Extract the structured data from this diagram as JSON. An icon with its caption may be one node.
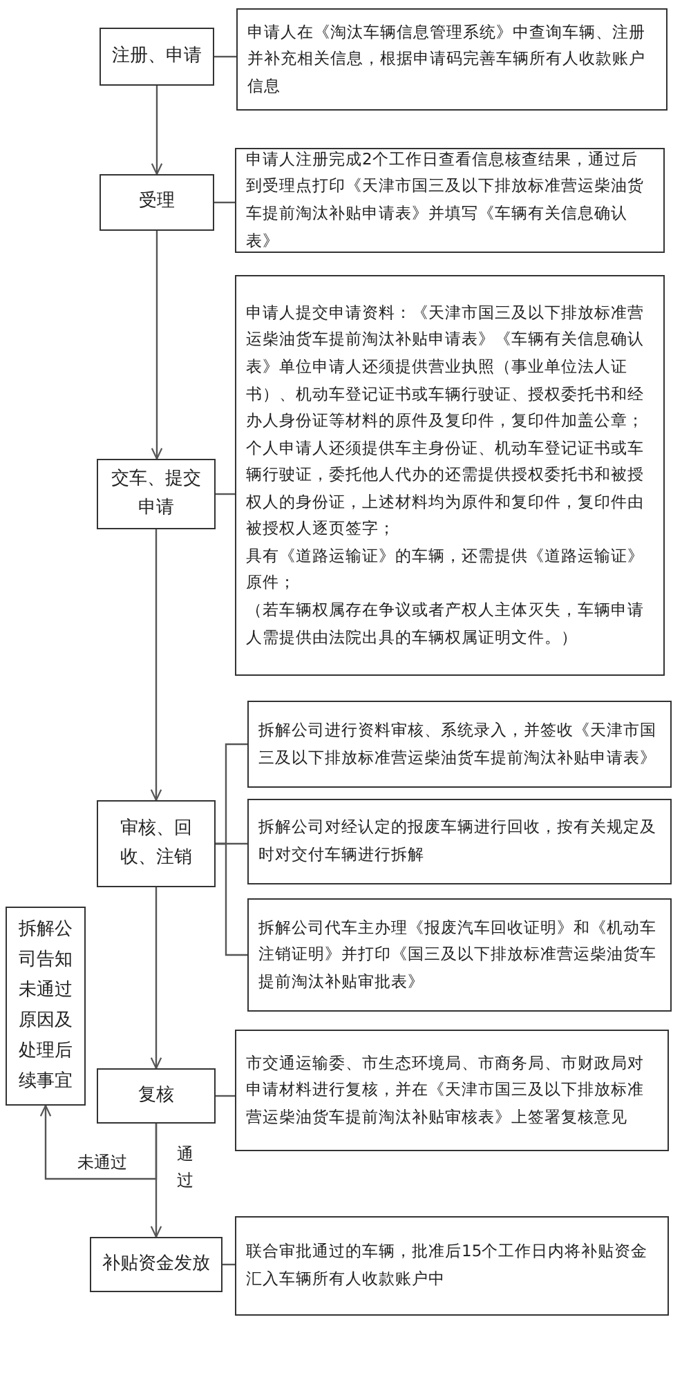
{
  "diagram": {
    "nodes": [
      {
        "text": [
          "注册、申请"
        ]
      },
      {
        "text": [
          "申请人在《淘汰车辆信息管理系统》中查询车辆、注册并补充相关信息，根据申请码完善车辆所有人收款账户信息"
        ]
      },
      {
        "text": [
          "受理"
        ]
      },
      {
        "text": [
          "申请人注册完成2个工作日查看信息核查结果，通过后到受理点打印《天津市国三及以下排放标准营运柴油货车提前淘汰补贴申请表》并填写《车辆有关信息确认表》"
        ]
      },
      {
        "text": [
          "交车、提交申请"
        ]
      },
      {
        "text": [
          "申请人提交申请资料：《天津市国三及以下排放标准营运柴油货车提前淘汰补贴申请表》《车辆有关信息确认表》单位申请人还须提供营业执照（事业单位法人证书）、机动车登记证书或车辆行驶证、授权委托书和经办人身份证等材料的原件及复印件，复印件加盖公章；",
          "个人申请人还须提供车主身份证、机动车登记证书或车辆行驶证，委托他人代办的还需提供授权委托书和被授权人的身份证，上述材料均为原件和复印件，复印件由被授权人逐页签字；",
          "具有《道路运输证》的车辆，还需提供《道路运输证》原件；",
          "（若车辆权属存在争议或者产权人主体灭失，车辆申请人需提供由法院出具的车辆权属证明文件。）"
        ]
      },
      {
        "text": [
          "审核、回收、注销"
        ]
      },
      {
        "text": [
          "拆解公司进行资料审核、系统录入，并签收《天津市国三及以下排放标准营运柴油货车提前淘汰补贴申请表》"
        ]
      },
      {
        "text": [
          "拆解公司对经认定的报废车辆进行回收，按有关规定及时对交付车辆进行拆解"
        ]
      },
      {
        "text": [
          "拆解公司代车主办理《报废汽车回收证明》和《机动车注销证明》并打印《国三及以下排放标准营运柴油货车提前淘汰补贴审批表》"
        ]
      },
      {
        "text": [
          "拆解公司告知未通过原因及处理后续事宜"
        ]
      },
      {
        "text": [
          "复核"
        ]
      },
      {
        "text": [
          "市交通运输委、市生态环境局、市商务局、市财政局对申请材料进行复核，并在《天津市国三及以下排放标准营运柴油货车提前淘汰补贴审核表》上签署复核意见"
        ]
      },
      {
        "text": [
          "补贴资金发放"
        ]
      },
      {
        "text": [
          "联合审批通过的车辆，批准后15个工作日内将补贴资金汇入车辆所有人收款账户中"
        ]
      }
    ],
    "edges": [
      {
        "from": 0,
        "to": 2,
        "arrow": "to"
      },
      {
        "from": 2,
        "to": 4,
        "arrow": "to"
      },
      {
        "from": 4,
        "to": 6,
        "arrow": "to"
      },
      {
        "from": 6,
        "to": 11,
        "arrow": "to"
      },
      {
        "from": 11,
        "to": 13,
        "arrow": "to",
        "label": "通过"
      },
      {
        "from": 11,
        "to": 10,
        "arrow": "to",
        "label": "未通过"
      },
      {
        "from": 0,
        "to": 1,
        "arrow": "none"
      },
      {
        "from": 2,
        "to": 3,
        "arrow": "none"
      },
      {
        "from": 4,
        "to": 5,
        "arrow": "none"
      },
      {
        "from": 6,
        "to": 7,
        "arrow": "none"
      },
      {
        "from": 6,
        "to": 8,
        "arrow": "none"
      },
      {
        "from": 6,
        "to": 9,
        "arrow": "none"
      },
      {
        "from": 11,
        "to": 12,
        "arrow": "none"
      },
      {
        "from": 13,
        "to": 14,
        "arrow": "none"
      }
    ]
  }
}
